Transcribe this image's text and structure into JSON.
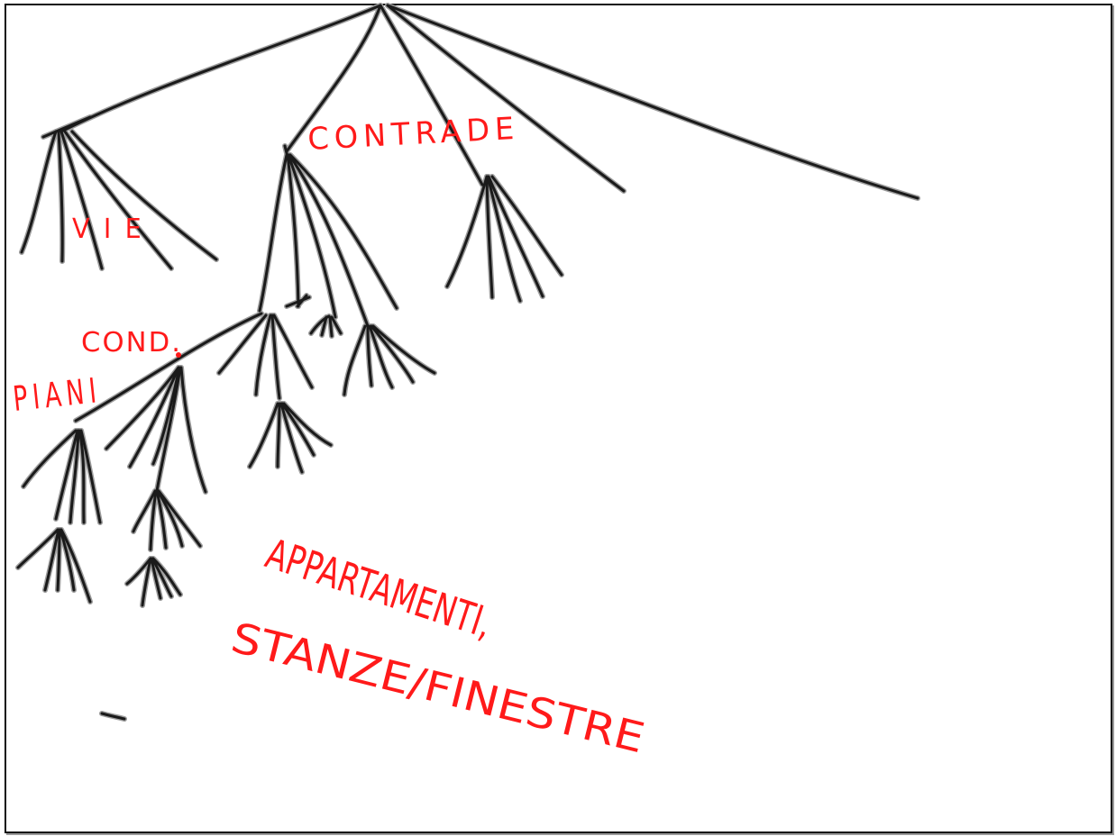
{
  "colors": {
    "ink": "#1a1a1a",
    "ink_halo": "#9d9d9d",
    "note": "#ff1a1a",
    "background": "#ffffff",
    "frame": "#111111"
  },
  "labels": {
    "vie": "VIE",
    "contrade": "CONTRADE",
    "cond": "COND.",
    "piani": "PIANI",
    "appartamenti": "APPARTAMENTI,",
    "stanze_finestre": "STANZE/FINESTRE"
  }
}
